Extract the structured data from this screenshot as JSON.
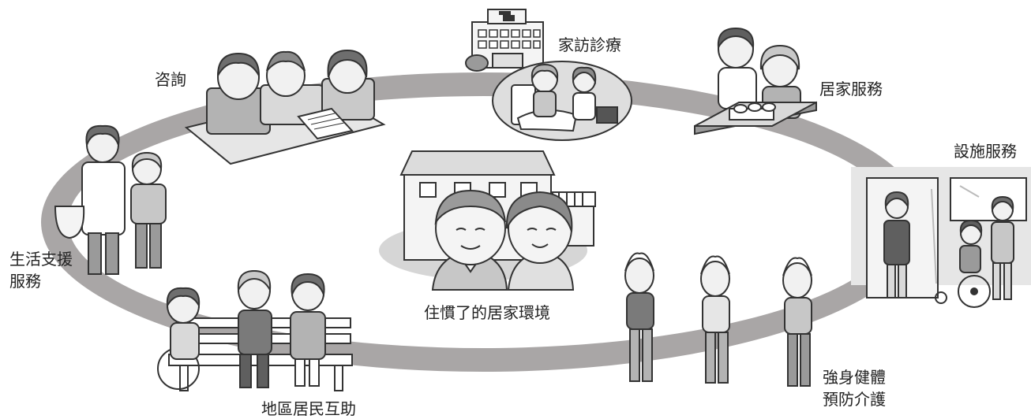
{
  "labels": {
    "consult": "咨詢",
    "home_visit": "家訪診療",
    "home_service": "居家服務",
    "facility_service": "設施服務",
    "life_support_line1": "生活支援",
    "life_support_line2": "服務",
    "center": "住慣了的居家環境",
    "fitness_line1": "強身健體",
    "fitness_line2": "預防介護",
    "community": "地區居民互助"
  },
  "colors": {
    "ring": "#a9a6a6",
    "outline": "#333333",
    "skin": "#f1f1f1",
    "cloth_light": "#d9d9d9",
    "cloth_mid": "#b3b3b3",
    "cloth_dark": "#7a7a7a",
    "hair_dark": "#6e6e6e",
    "hair_grey": "#c8c8c8"
  }
}
